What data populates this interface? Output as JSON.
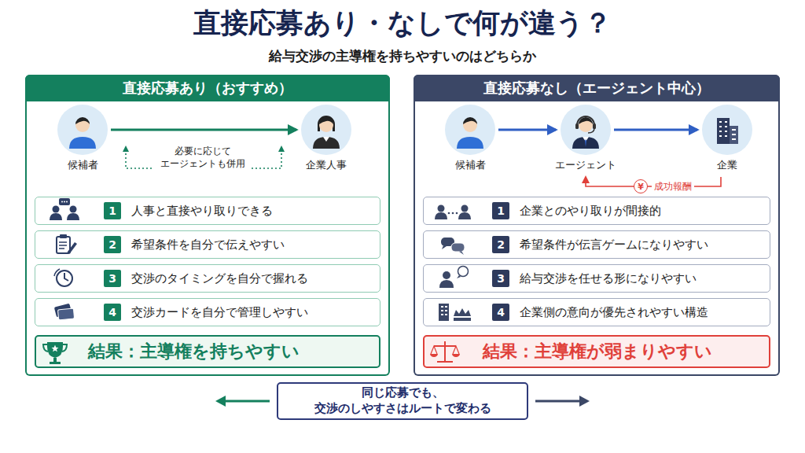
{
  "diagram": {
    "title": "直接応募あり・なしで何が違う？",
    "nodes": [
      {
        "text": [
          "直接応募あり（おすすめ）"
        ]
      },
      {
        "text": [
          "候補者"
        ],
        "in": 0
      },
      {
        "text": [
          "企業人事"
        ],
        "in": 0
      },
      {
        "text": [
          "1",
          "人事と直接やり取りできる"
        ],
        "in": 0
      },
      {
        "text": [
          "2",
          "希望条件を自分で伝えやすい"
        ],
        "in": 0
      },
      {
        "text": [
          "3",
          "交渉のタイミングを自分で握れる"
        ],
        "in": 0
      },
      {
        "text": [
          "4",
          "交渉カードを自分で管理しやすい"
        ],
        "in": 0
      },
      {
        "text": [
          "結果：主導権を持ちやすい"
        ],
        "in": 0
      },
      {
        "text": [
          "直接応募なし（エージェント中心）"
        ]
      },
      {
        "text": [
          "候補者"
        ],
        "in": 8
      },
      {
        "text": [
          "エージェント"
        ],
        "in": 8
      },
      {
        "text": [
          "企業"
        ],
        "in": 8
      },
      {
        "text": [
          "1",
          "企業とのやり取りが間接的"
        ],
        "in": 8
      },
      {
        "text": [
          "2",
          "希望条件が伝言ゲームになりやすい"
        ],
        "in": 8
      },
      {
        "text": [
          "3",
          "給与交渉を任せる形になりやすい"
        ],
        "in": 8
      },
      {
        "text": [
          "4",
          "企業側の意向が優先されやすい構造"
        ],
        "in": 8
      },
      {
        "text": [
          "結果：主導権が弱まりやすい"
        ],
        "in": 8
      },
      {
        "text": [
          "同じ応募でも、 交渉のしやすさはルートで変わる"
        ]
      }
    ],
    "edges": [
      {
        "from": 1,
        "to": 2,
        "arrow": "to"
      },
      {
        "from": 9,
        "to": 10,
        "arrow": "to"
      },
      {
        "from": 10,
        "to": 11,
        "arrow": "to"
      },
      {
        "from": 11,
        "to": 10,
        "arrow": "to",
        "label": "成功報酬"
      }
    ],
    "labels": [
      "給与交渉の主導権を持ちやすいのはどちらか",
      "必要に応じて エージェントも併用",
      "¥"
    ]
  }
}
